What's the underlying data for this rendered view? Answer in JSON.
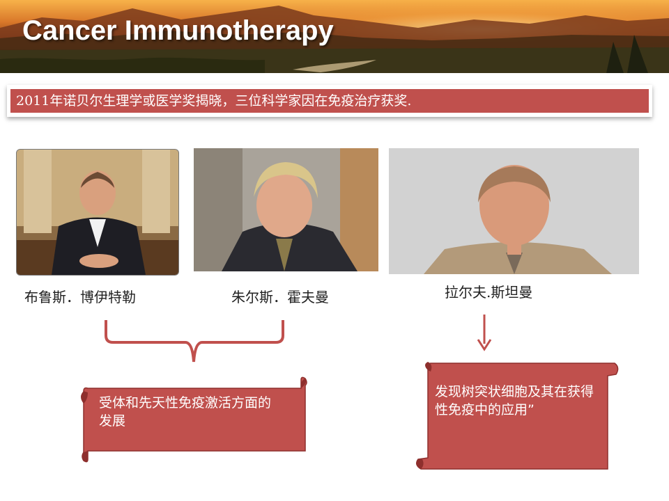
{
  "slide": {
    "title": "Cancer Immunotherapy",
    "banner": "2011年诺贝尔生理学或医学奖揭晓，三位科学家因在免疫治疗获奖.",
    "laureates": [
      {
        "name": "布鲁斯．博伊特勒",
        "photo": "portrait-photo"
      },
      {
        "name": "朱尔斯．霍夫曼",
        "photo": "portrait-photo"
      },
      {
        "name": "拉尔夫.斯坦曼",
        "photo": "portrait-photo"
      }
    ],
    "scroll_left": "受体和先天性免疫激活方面的发展",
    "scroll_right": "发现树突状细胞及其在获得性免疫中的应用”"
  },
  "colors": {
    "accent": "#c0504d",
    "accent_dark": "#8e2f2d",
    "text": "#222222"
  }
}
